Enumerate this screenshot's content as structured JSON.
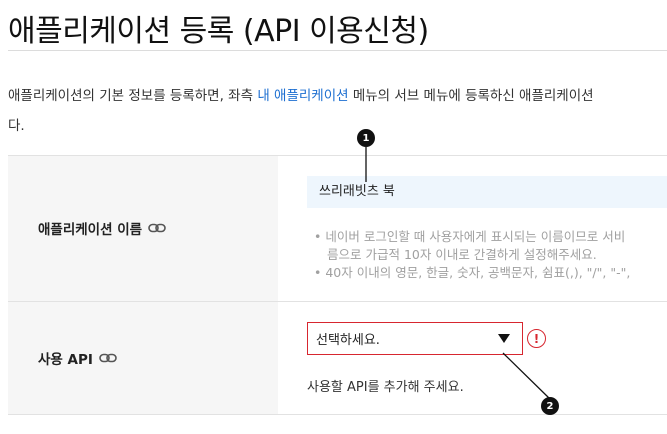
{
  "page": {
    "title": "애플리케이션 등록 (API 이용신청)",
    "description_before_link": "애플리케이션의 기본 정보를 등록하면, 좌측 ",
    "description_link": "내 애플리케이션",
    "description_after_link": " 메뉴의 서브 메뉴에 등록하신 애플리케이션",
    "description_continued": "다."
  },
  "form": {
    "app_name": {
      "label": "애플리케이션 이름",
      "value": "쓰리래빗츠 북",
      "hints": [
        "• 네이버 로그인할 때 사용자에게 표시되는 이름이므로 서비",
        "름으로 가급적 10자 이내로 간결하게 설정해주세요.",
        "• 40자 이내의 영문, 한글, 숫자, 공백문자, 쉼표(,), \"/\", \"-\","
      ]
    },
    "api": {
      "label": "사용 API",
      "selected": "선택하세요.",
      "error_mark": "!",
      "hint": "사용할 API를 추가해 주세요."
    }
  },
  "callouts": [
    "1",
    "2"
  ],
  "colors": {
    "link": "#1d6fd1",
    "error": "#d7262f",
    "input_bg": "#eef6fd",
    "label_bg": "#f6f6f6"
  }
}
